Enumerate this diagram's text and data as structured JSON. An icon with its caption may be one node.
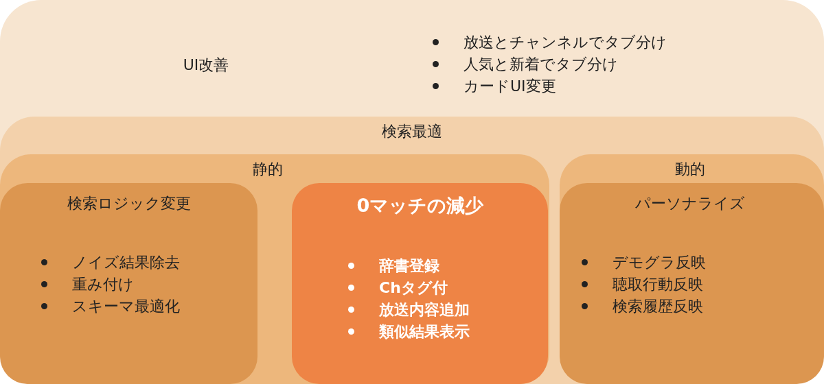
{
  "diagram": {
    "nodes": [
      {
        "text": [
          "UI改善",
          "放送とチャンネルでタブ分け",
          "人気と新着でタブ分け",
          "カードUI変更"
        ]
      },
      {
        "text": [
          "検索最適"
        ],
        "in": 0
      },
      {
        "text": [
          "静的"
        ],
        "in": 1
      },
      {
        "text": [
          "検索ロジック変更",
          "ノイズ結果除去",
          "重み付け",
          "スキーマ最適化"
        ],
        "in": 2
      },
      {
        "text": [
          "0マッチの減少",
          "辞書登録",
          "Chタグ付",
          "放送内容追加",
          "類似結果表示"
        ],
        "in": 2
      },
      {
        "text": [
          "動的"
        ],
        "in": 1
      },
      {
        "text": [
          "パーソナライズ",
          "デモグラ反映",
          "聴取行動反映",
          "検索履歴反映"
        ],
        "in": 5
      }
    ]
  }
}
